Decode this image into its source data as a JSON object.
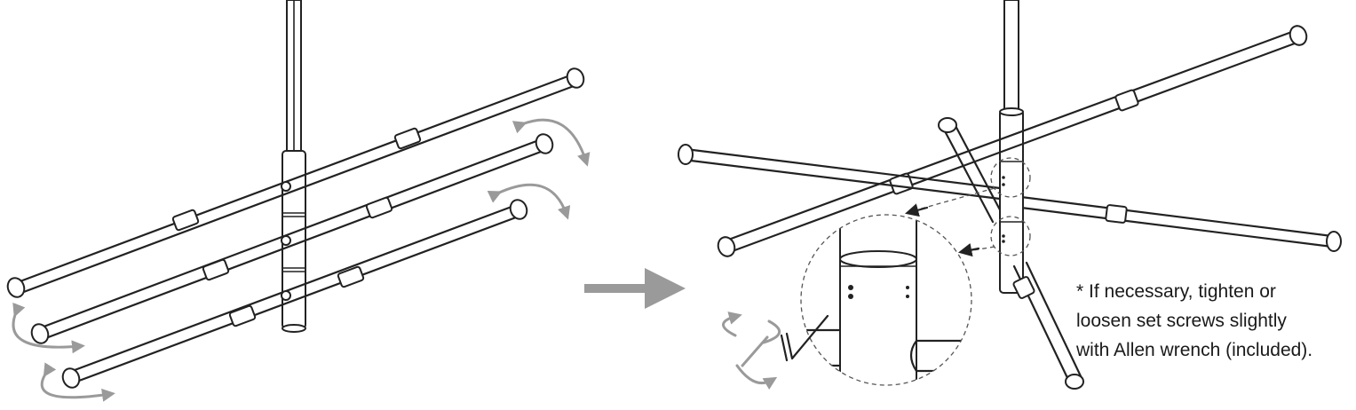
{
  "note": {
    "lines": [
      "* If necessary, tighten or",
      "loosen set screws slightly",
      "with Allen wrench (included)."
    ]
  },
  "colors": {
    "line": "#222222",
    "arrow_grey": "#9a9a9a",
    "background": "#ffffff"
  },
  "icons": {
    "step_arrow": "right-arrow",
    "rotation_arrows": "curved-double-arrow",
    "tool": "allen-wrench"
  }
}
